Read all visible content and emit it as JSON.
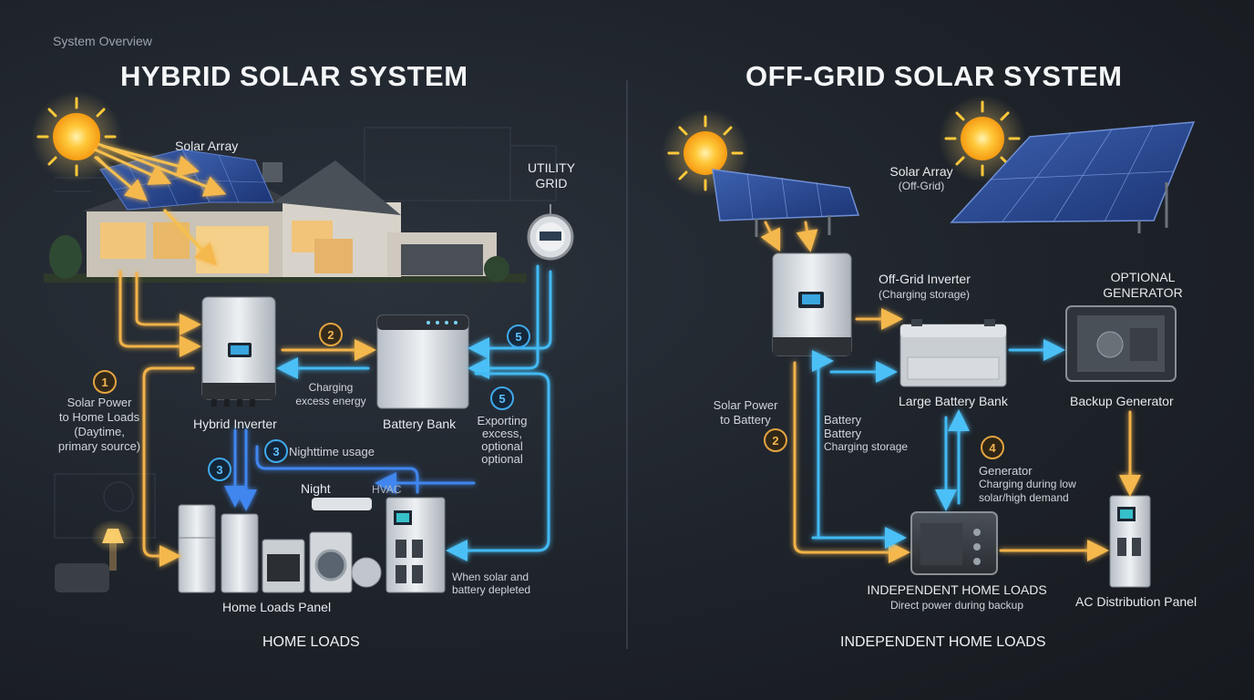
{
  "header": {
    "eyebrow": "System Overview"
  },
  "colors": {
    "solar_flow": "#f1b24a",
    "storage_flow": "#43b9f2",
    "grid_flow": "#3f8ff0",
    "background": "#1f242b"
  },
  "hybrid": {
    "title": "HYBRID SOLAR SYSTEM",
    "solar_array": "Solar Array",
    "utility_grid": [
      "UTILITY",
      "GRID"
    ],
    "inverter": "Hybrid Inverter",
    "battery": "Battery Bank",
    "charging": [
      "Charging",
      "excess energy"
    ],
    "step1": [
      "Solar Power",
      "to Home Loads",
      "(Daytime,",
      "primary source)"
    ],
    "step3": "Nighttime usage",
    "night": "Night",
    "hvac": "HVAC",
    "exporting": [
      "Exporting",
      "excess,",
      "optional",
      "optional"
    ],
    "depleted": [
      "When solar and",
      "battery depleted"
    ],
    "loads_panel": "Home Loads Panel",
    "footer": "HOME LOADS",
    "badges": [
      "1",
      "2",
      "3",
      "3",
      "5",
      "5"
    ]
  },
  "offgrid": {
    "title": "OFF-GRID SOLAR SYSTEM",
    "solar_array": [
      "Solar Array",
      "(Off-Grid)"
    ],
    "inverter": [
      "Off-Grid Inverter",
      "(Charging storage)"
    ],
    "optional_gen": [
      "OPTIONAL",
      "GENERATOR"
    ],
    "battery": "Large Battery Bank",
    "generator": "Backup Generator",
    "solar_to_battery": [
      "Solar Power",
      "to Battery"
    ],
    "battery_charging": [
      "Battery",
      "Battery",
      "Charging storage"
    ],
    "gen_charging": [
      "Generator",
      "Charging during low",
      "solar/high demand"
    ],
    "loads": [
      "INDEPENDENT HOME LOADS",
      "Direct power during backup"
    ],
    "ac_panel": "AC Distribution Panel",
    "footer": "INDEPENDENT HOME LOADS",
    "badges": [
      "2",
      "4"
    ]
  }
}
